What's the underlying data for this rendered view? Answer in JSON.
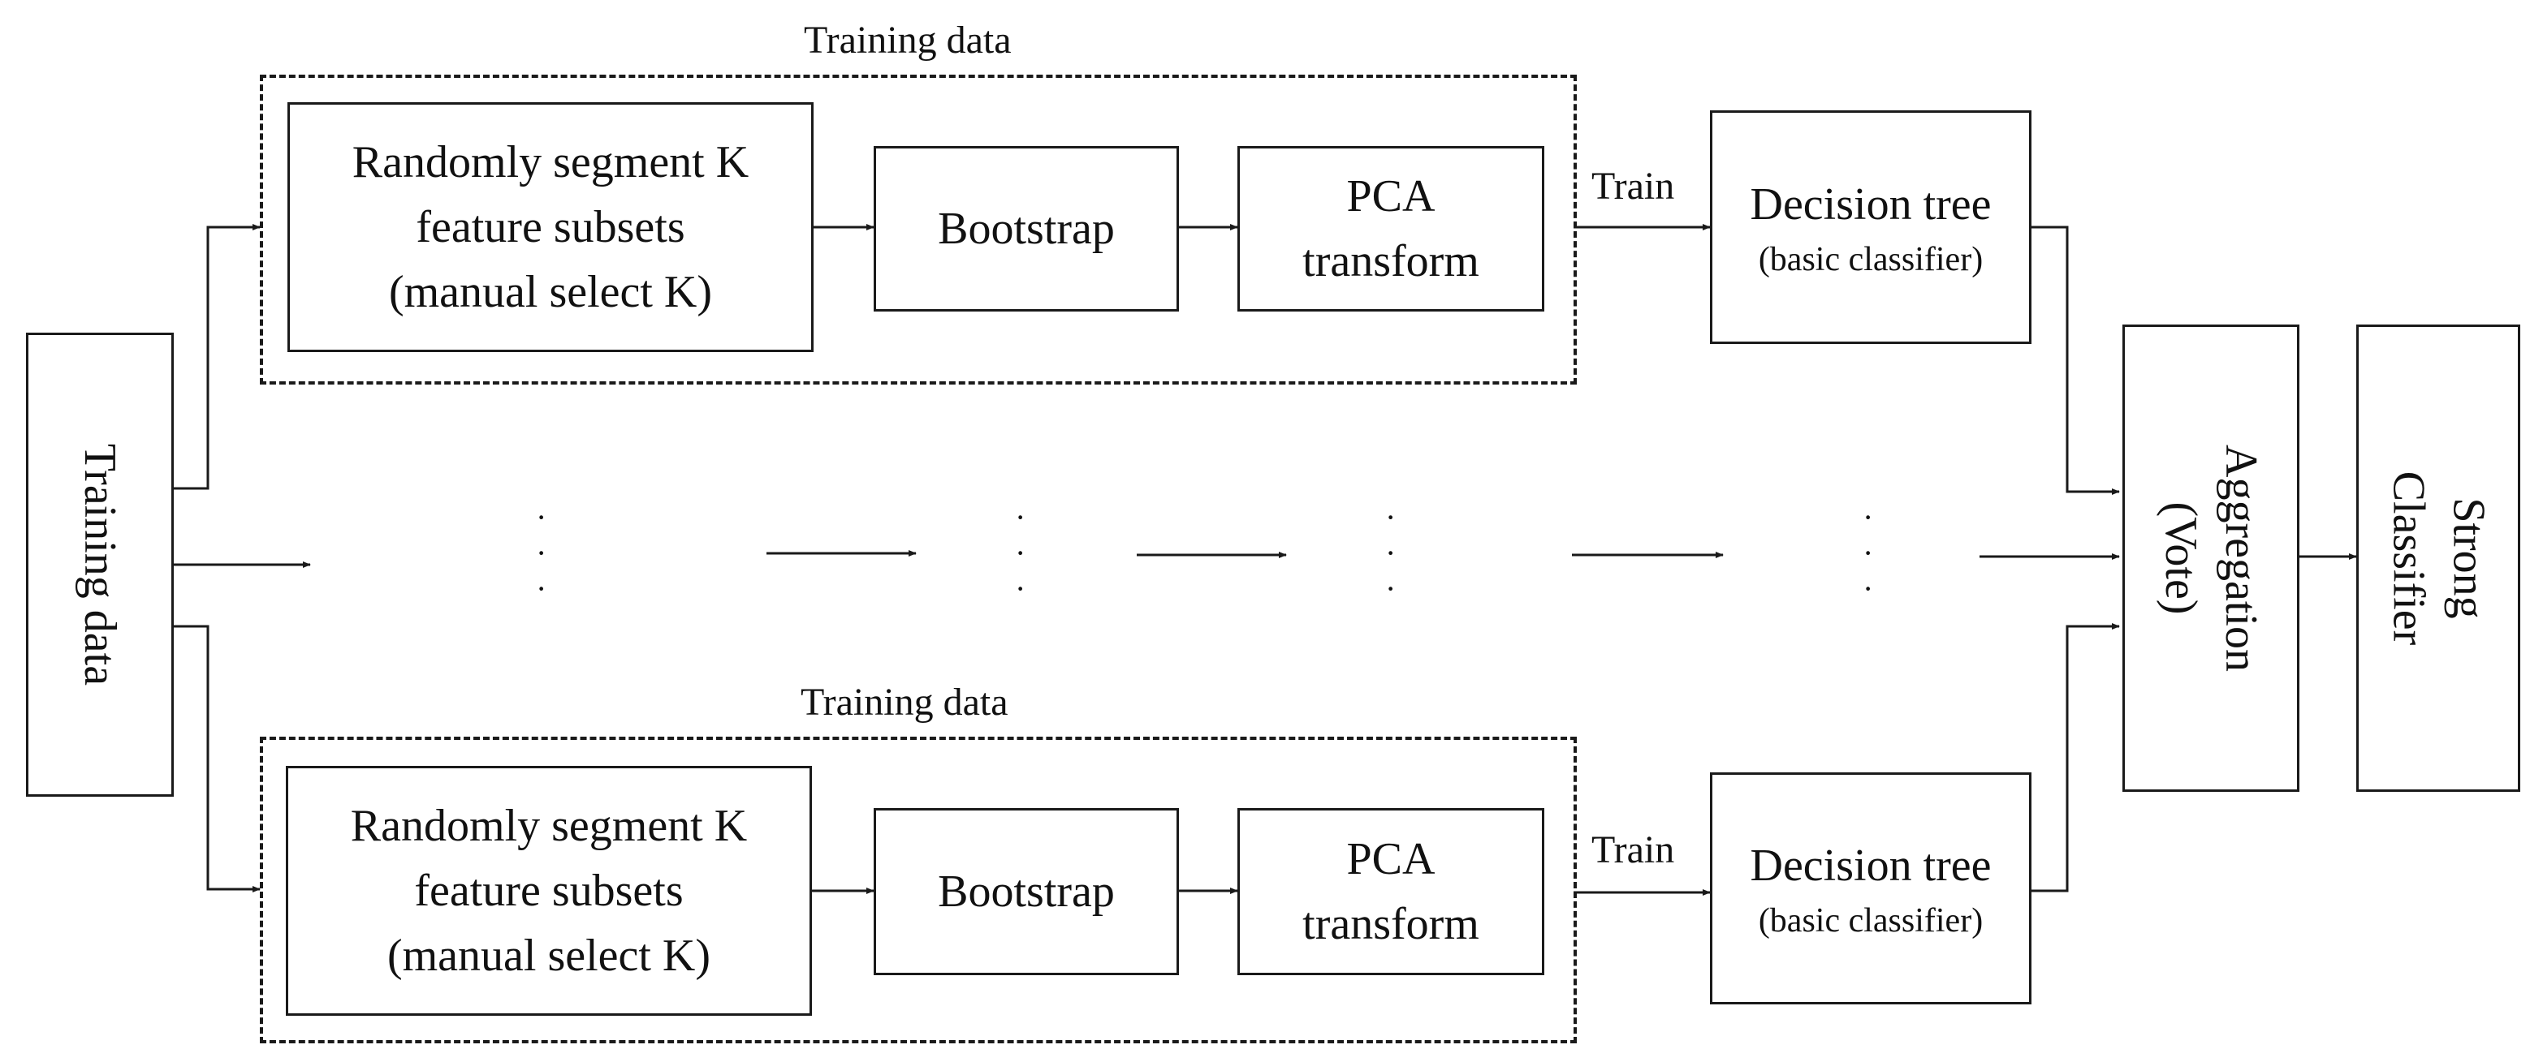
{
  "input": {
    "label": "Training data"
  },
  "branches": [
    {
      "group_label": "Training data",
      "segment_lines": [
        "Randomly segment K",
        "feature subsets",
        "(manual select K)"
      ],
      "bootstrap": "Bootstrap",
      "pca_lines": [
        "PCA",
        "transform"
      ],
      "train_label": "Train",
      "tree_lines": [
        "Decision tree",
        "(basic classifier)"
      ]
    },
    {
      "group_label": "Training data",
      "segment_lines": [
        "Randomly segment K",
        "feature subsets",
        "(manual select K)"
      ],
      "bootstrap": "Bootstrap",
      "pca_lines": [
        "PCA",
        "transform"
      ],
      "train_label": "Train",
      "tree_lines": [
        "Decision tree",
        "(basic classifier)"
      ]
    }
  ],
  "aggregation_lines": [
    "Aggregation",
    "(Vote)"
  ],
  "output_lines": [
    "Strong",
    "Classifier"
  ],
  "ellipsis": "·\n·\n·"
}
